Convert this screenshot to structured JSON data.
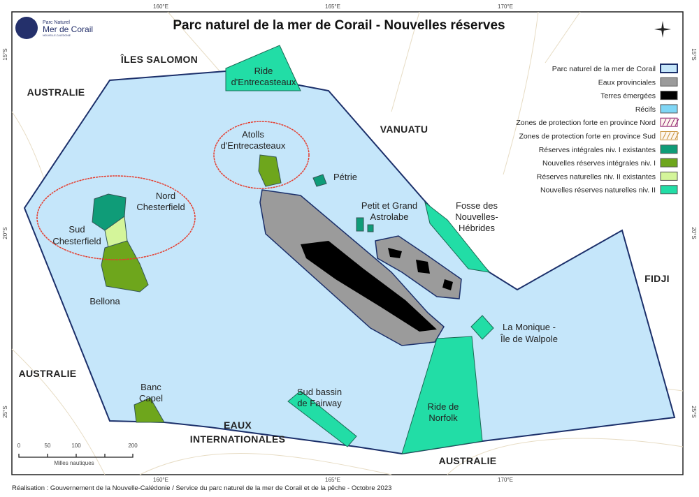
{
  "title": "Parc naturel de la mer de Corail - Nouvelles réserves",
  "logo": {
    "line1": "Parc Naturel",
    "line2": "Mer de Corail",
    "line3": "NOUVELLE-CALÉDONIE"
  },
  "ticks": {
    "lon": [
      "160°E",
      "165°E",
      "170°E"
    ],
    "lat": [
      "15°S",
      "20°S",
      "25°S"
    ]
  },
  "regions": {
    "salomon": "ÎLES SALOMON",
    "australie": "AUSTRALIE",
    "vanuatu": "VANUATU",
    "fidji": "FIDJI",
    "eaux1": "EAUX",
    "eaux2": "INTERNATIONALES"
  },
  "places": {
    "ride_e1": "Ride",
    "ride_e2": "d'Entrecasteaux",
    "atolls1": "Atolls",
    "atolls2": "d'Entrecasteaux",
    "petrie": "Pétrie",
    "nord1": "Nord",
    "nord2": "Chesterfield",
    "sud1": "Sud",
    "sud2": "Chesterfield",
    "bellona": "Bellona",
    "astro1": "Petit et Grand",
    "astro2": "Astrolabe",
    "fosse1": "Fosse des",
    "fosse2": "Nouvelles-",
    "fosse3": "Hébrides",
    "monique1": "La Monique -",
    "monique2": "Île de Walpole",
    "capel1": "Banc",
    "capel2": "Capel",
    "fairway1": "Sud bassin",
    "fairway2": "de Fairway",
    "norfolk1": "Ride de",
    "norfolk2": "Norfolk"
  },
  "legend": [
    {
      "label": "Parc naturel de la mer de Corail",
      "color": "#c5e6fa"
    },
    {
      "label": "Eaux provinciales",
      "color": "#9b9b9b"
    },
    {
      "label": "Terres émergées",
      "color": "#000000"
    },
    {
      "label": "Récifs",
      "color": "#7fd6f5"
    },
    {
      "label": "Zones de protection forte en province Nord",
      "color": "#8b1a6b"
    },
    {
      "label": "Zones de protection forte en province Sud",
      "color": "#c8913a"
    },
    {
      "label": "Réserves intégrales niv. I existantes",
      "color": "#0f9c78"
    },
    {
      "label": "Nouvelles réserves intégrales niv. I",
      "color": "#6ea61c"
    },
    {
      "label": "Réserves naturelles niv. II existantes",
      "color": "#d4f59a"
    },
    {
      "label": "Nouvelles réserves naturelles niv. II",
      "color": "#22dda6"
    }
  ],
  "scale": {
    "ticks": [
      "0",
      "50",
      "100",
      "200"
    ],
    "unit": "Milles nautiques"
  },
  "credit": "Réalisation : Gouvernement de la Nouvelle-Calédonie / Service du parc naturel de la mer de Corail et de la pêche - Octobre 2023"
}
